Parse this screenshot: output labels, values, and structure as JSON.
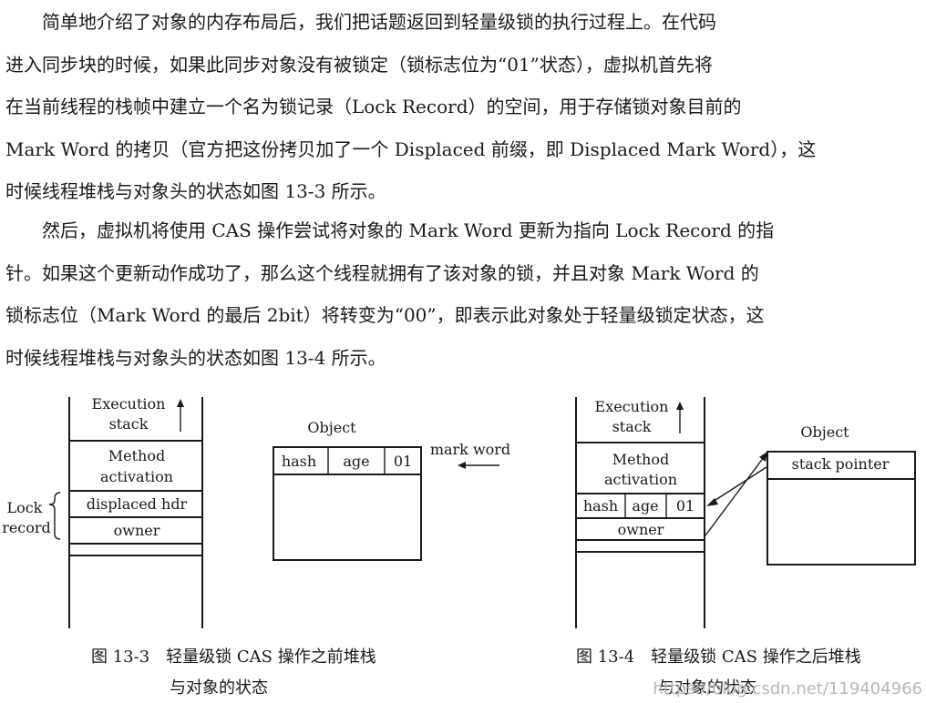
{
  "paragraphs": [
    {
      "lines": [
        "简单地介绍了对象的内存布局后，我们把话题返回到轻量级锁的执行过程上。在代码",
        "进入同步块的时候，如果此同步对象没有被锁定（锁标志位为“01”状态），虚拟机首先将",
        "在当前线程的栈帧中建立一个名为锁记录（Lock Record）的空间，用于存储锁对象目前的",
        "Mark Word 的拷贝（官方把这份拷贝加了一个 Displaced 前缀，即 Displaced Mark Word），这",
        "时候线程堆栈与对象头的状态如图 13-3 所示。"
      ]
    },
    {
      "lines": [
        "然后，虚拟机将使用 CAS 操作尝试将对象的 Mark Word 更新为指向 Lock Record 的指",
        "针。如果这个更新动作成功了，那么这个线程就拥有了该对象的锁，并且对象 Mark Word 的",
        "锁标志位（Mark Word 的最后 2bit）将转变为“00”，即表示此对象处于轻量级锁定状态，这",
        "时候线程堆栈与对象头的状态如图 13-4 所示。"
      ]
    }
  ],
  "fig13_3": {
    "stack_label_1": "Execution",
    "stack_label_2": "stack",
    "method_1": "Method",
    "method_2": "activation",
    "displaced": "displaced hdr",
    "owner": "owner",
    "lock_1": "Lock",
    "lock_2": "record",
    "object_title": "Object",
    "hash": "hash",
    "age": "age",
    "flag": "01",
    "mark_word_label": "mark word",
    "caption_1": "图 13-3　轻量级锁 CAS 操作之前堆栈",
    "caption_2": "与对象的状态"
  },
  "fig13_4": {
    "stack_label_1": "Execution",
    "stack_label_2": "stack",
    "method_1": "Method",
    "method_2": "activation",
    "hash": "hash",
    "age": "age",
    "flag": "01",
    "owner": "owner",
    "object_title": "Object",
    "stack_pointer": "stack pointer",
    "caption_1": "图 13-4　轻量级锁 CAS 操作之后堆栈",
    "caption_2": "与对象的状态"
  },
  "watermark": "https://blog.csdn.net/119404966"
}
